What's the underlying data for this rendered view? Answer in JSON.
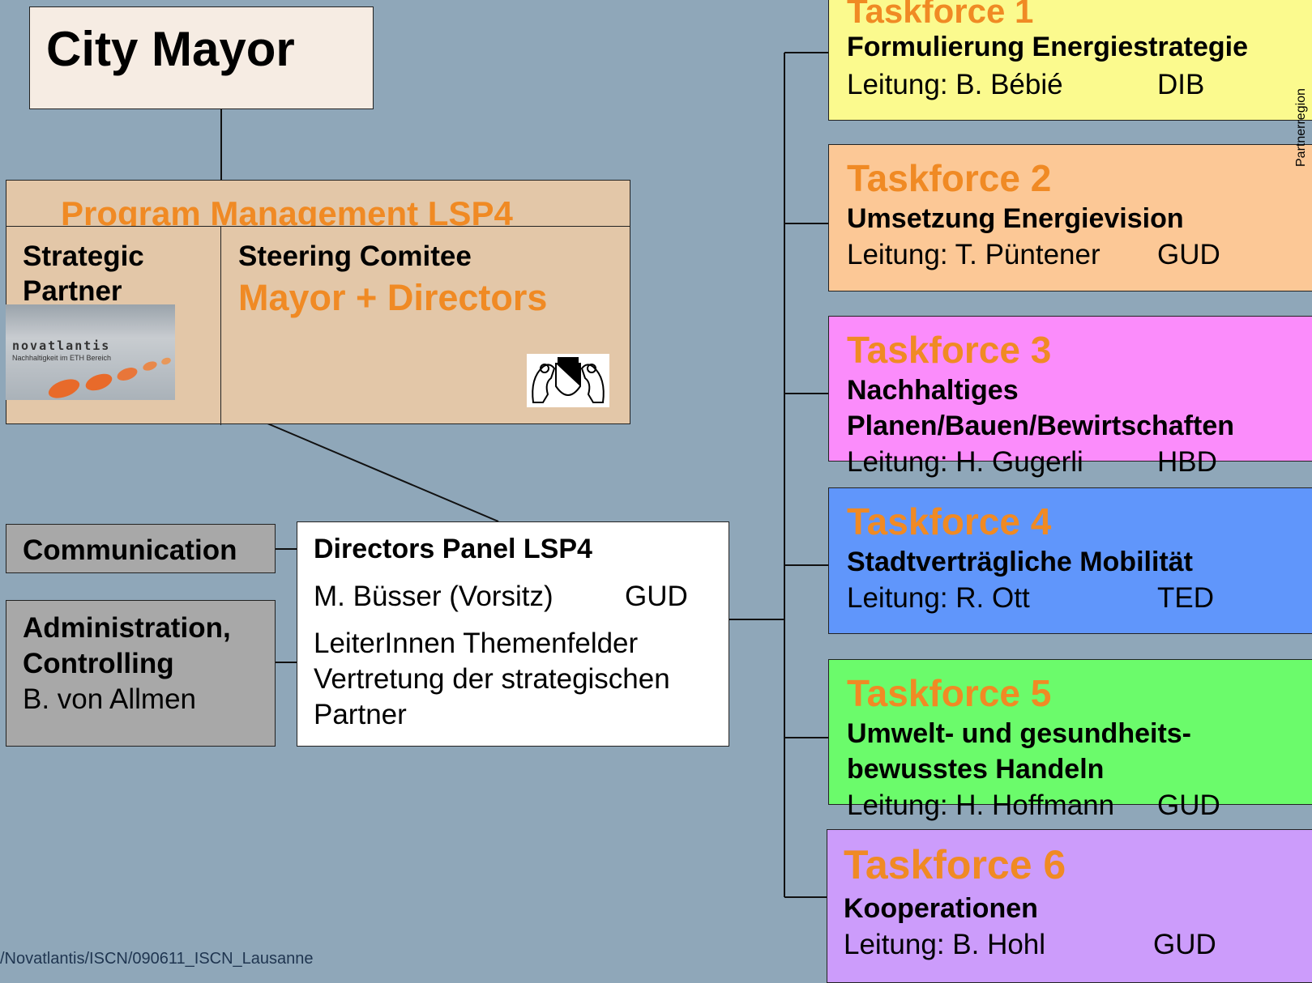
{
  "mayor": {
    "title": "City Mayor"
  },
  "program_management": {
    "title": "Program Management LSP4",
    "strategic_partner": {
      "line1": "Strategic",
      "line2": "Partner"
    },
    "steering": {
      "label": "Steering Comitee",
      "members": "Mayor + Directors"
    },
    "partner_logo": {
      "name": "novatlantis",
      "tagline": "Nachhaltigkeit im ETH Bereich"
    }
  },
  "communication": {
    "label": "Communication"
  },
  "administration": {
    "line1": "Administration,",
    "line2": "Controlling",
    "person": "B. von Allmen"
  },
  "directors_panel": {
    "title": "Directors Panel LSP4",
    "chair": "M. Büsser (Vorsitz)",
    "chair_dept": "GUD",
    "line1": "LeiterInnen Themenfelder",
    "line2": "Vertretung der strategischen",
    "line3": "Partner"
  },
  "taskforces": [
    {
      "title": "Taskforce 1",
      "topic": [
        "Formulierung Energiestrategie"
      ],
      "lead": "Leitung: B. Bébié",
      "dept": "DIB"
    },
    {
      "title": "Taskforce 2",
      "topic": [
        "Umsetzung Energievision"
      ],
      "lead": "Leitung: T. Püntener",
      "dept": "GUD"
    },
    {
      "title": "Taskforce 3",
      "topic": [
        "Nachhaltiges",
        "Planen/Bauen/Bewirtschaften"
      ],
      "lead": "Leitung: H. Gugerli",
      "dept": "HBD"
    },
    {
      "title": "Taskforce 4",
      "topic": [
        "Stadtverträgliche Mobilität"
      ],
      "lead": "Leitung: R. Ott",
      "dept": "TED"
    },
    {
      "title": "Taskforce 5",
      "topic": [
        "Umwelt- und gesundheits-",
        "bewusstes Handeln"
      ],
      "lead": "Leitung: H. Hoffmann",
      "dept": "GUD"
    },
    {
      "title": "Taskforce 6",
      "topic": [
        "Kooperationen"
      ],
      "lead": "Leitung: B. Hohl",
      "dept": "GUD"
    }
  ],
  "side_label": "Partnerregion",
  "footer": {
    "path": "/Novatlantis/ISCN/090611_ISCN_Lausanne"
  },
  "colors": {
    "background": "#8fa7b9",
    "accent_orange": "#f08a24",
    "taskforce_1": "#fbfa8e",
    "taskforce_2": "#fcc896",
    "taskforce_3": "#fb8cfb",
    "taskforce_4": "#6096fb",
    "taskforce_5": "#6bfb6b",
    "taskforce_6": "#cc9cfb"
  }
}
